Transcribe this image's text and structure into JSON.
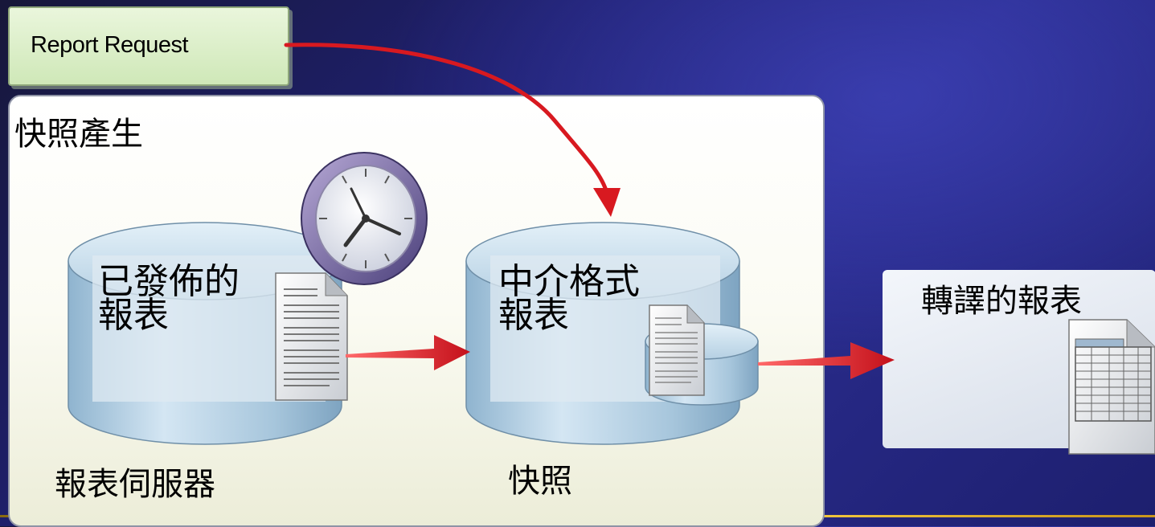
{
  "request": {
    "label": "Report Request"
  },
  "snapshot_panel": {
    "title": "快照產生"
  },
  "published_db": {
    "line1": "已發佈的",
    "line2": "報表",
    "caption": "報表伺服器"
  },
  "intermediate_db": {
    "line1": "中介格式",
    "line2": "報表",
    "caption": "快照"
  },
  "rendered": {
    "label": "轉譯的報表"
  },
  "icons": [
    "clock-icon",
    "document-icon",
    "database-icon",
    "spreadsheet-icon"
  ],
  "colors": {
    "arrow": "#d81920",
    "accent_line": "#f4c430",
    "background": "#2a2c8e"
  }
}
